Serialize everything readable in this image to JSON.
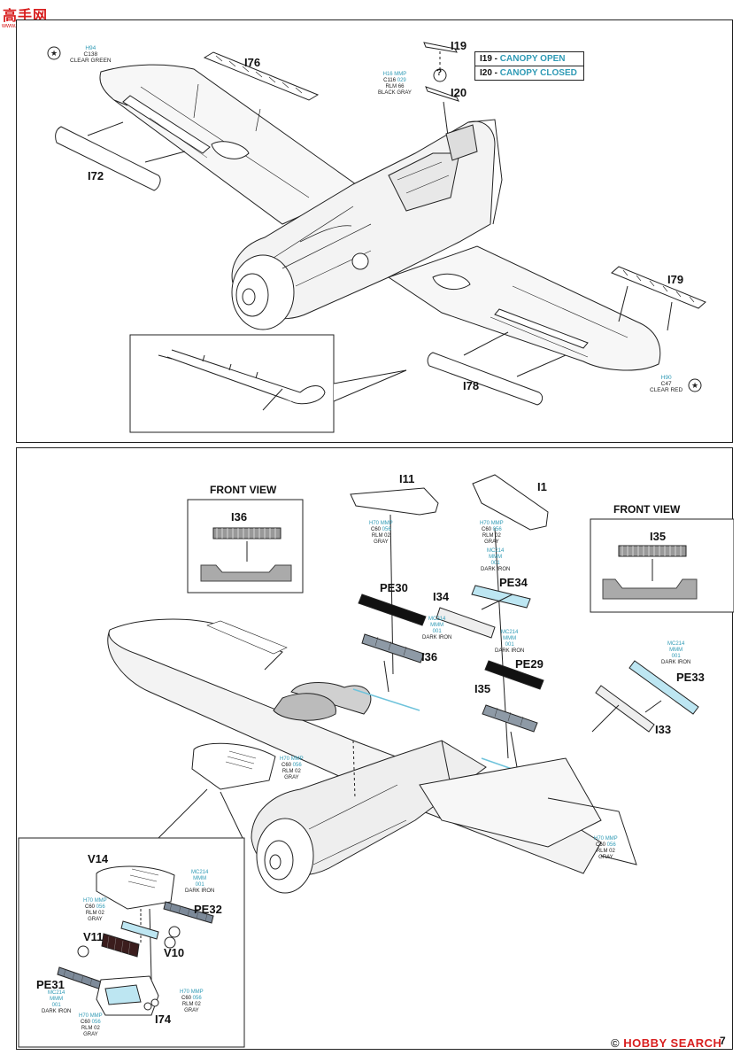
{
  "watermark": {
    "text": "高手网",
    "url": "www.gaoshou.com"
  },
  "top": {
    "parts": {
      "i19": "I19",
      "i20": "I20",
      "i76": "I76",
      "i72": "I72",
      "i79": "I79",
      "i78": "I78"
    },
    "legend": [
      {
        "key": "I19",
        "sep": " - ",
        "value": "CANOPY OPEN"
      },
      {
        "key": "I20",
        "sep": " - ",
        "value": "CANOPY CLOSED"
      }
    ],
    "question_mark": "?",
    "paint_canopy": {
      "h": "H16 MMP",
      "c": "C116",
      "m": "029",
      "n1": "RLM 66",
      "n2": "BLACK GRAY"
    },
    "clear_green": {
      "h": "H94",
      "c": "C138",
      "n": "CLEAR GREEN"
    },
    "clear_red": {
      "h": "H90",
      "c": "C47",
      "n": "CLEAR RED"
    }
  },
  "bottom": {
    "parts": {
      "i11": "I11",
      "i1": "I1",
      "i36": "I36",
      "i35": "I35",
      "i34": "I34",
      "i33": "I33",
      "pe30": "PE30",
      "pe34": "PE34",
      "pe29": "PE29",
      "pe33": "PE33",
      "v14": "V14",
      "pe32": "PE32",
      "v11": "V11",
      "v10": "V10",
      "pe31": "PE31",
      "i74": "I74"
    },
    "front_view_left": {
      "title": "FRONT VIEW",
      "part": "I36"
    },
    "front_view_right": {
      "title": "FRONT VIEW",
      "part": "I35"
    },
    "gray_paint": {
      "h": "H70",
      "mmp": "MMP",
      "c": "C60",
      "m": "056",
      "n1": "RLM 02",
      "n2": "GRAY"
    },
    "dark_iron": {
      "mc": "MC214",
      "mmm": "MMM",
      "num": "001",
      "n": "DARK IRON"
    }
  },
  "footer": {
    "page": "7",
    "logo_prefix": "© ",
    "logo_main": "HOBBY SEARCH"
  }
}
